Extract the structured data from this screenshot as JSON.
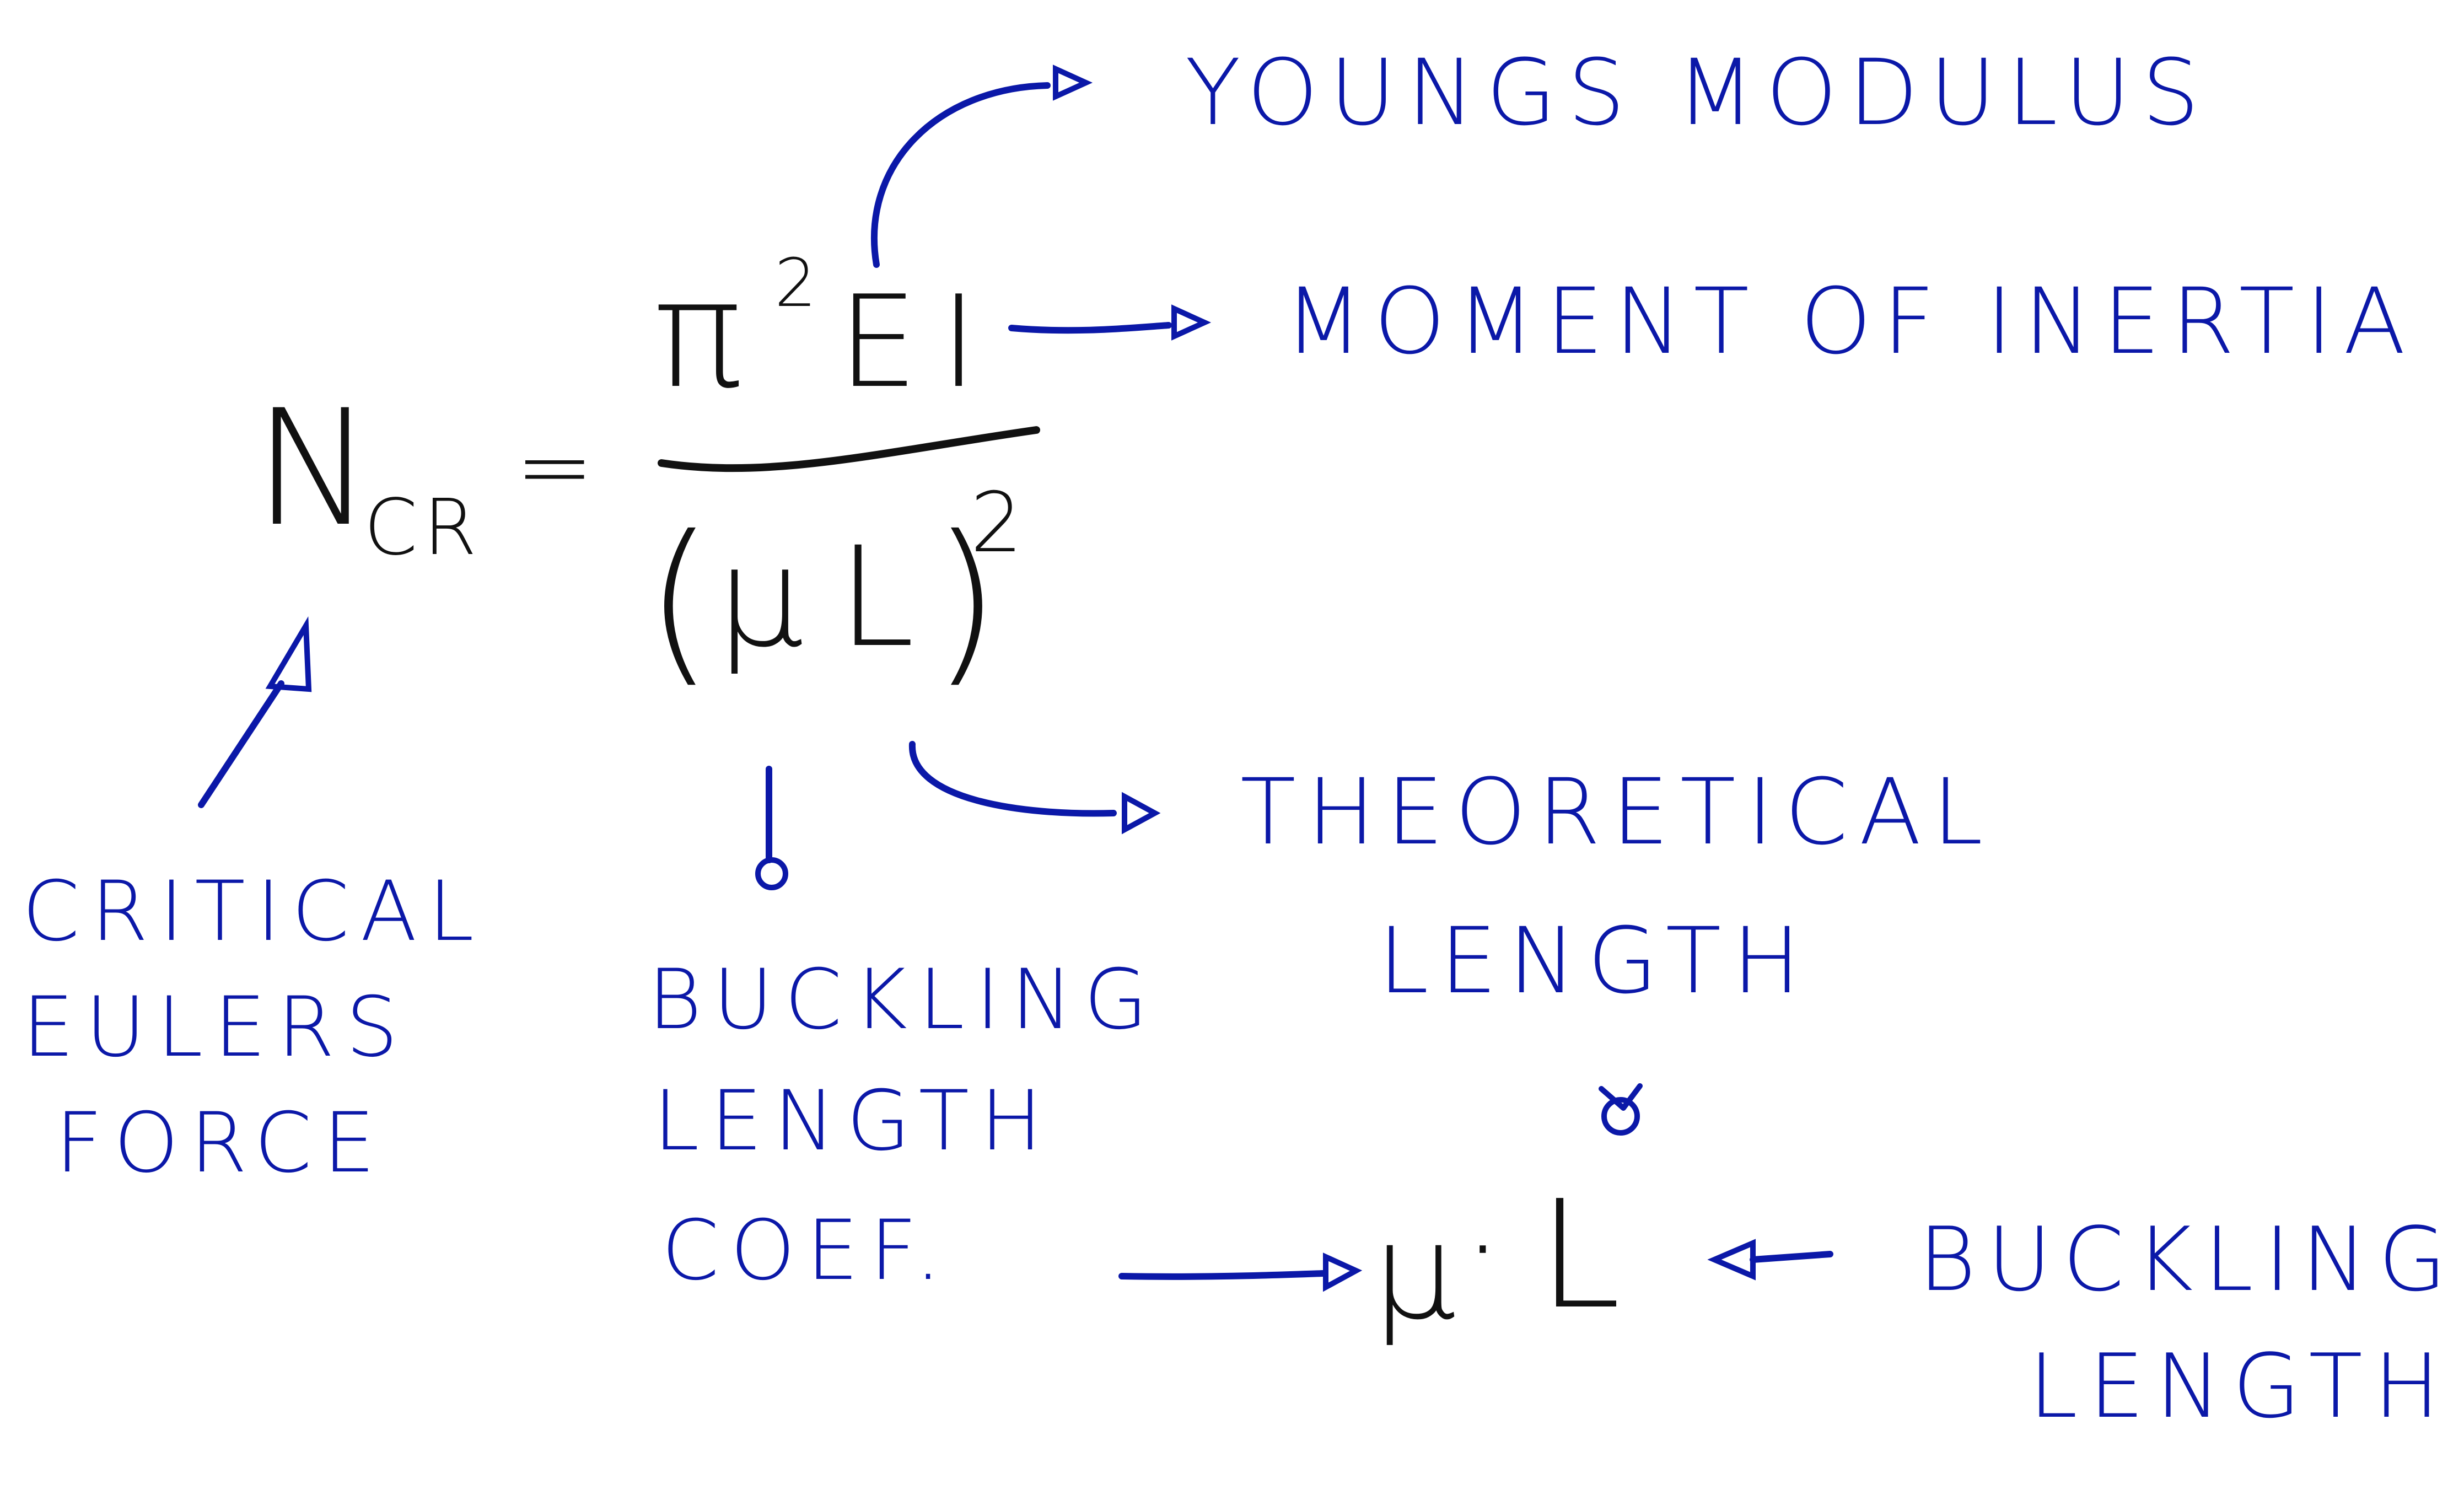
{
  "colors": {
    "ink_black": "#111111",
    "ink_blue": "#0b18a8",
    "background": "#ffffff"
  },
  "formula": {
    "lhs_symbol": "N",
    "lhs_subscript": "CR",
    "equals": "=",
    "numerator_pi": "π",
    "numerator_exponent": "2",
    "numerator_rest": "EI",
    "denominator_open": "(",
    "denominator_mu": "μ",
    "denominator_L": "L",
    "denominator_close": ")",
    "denominator_exponent": "2"
  },
  "annotations": {
    "youngs_modulus": "YOUNGS MODULUS",
    "moment_of_inertia": "MOMENT OF INERTIA",
    "critical_force": [
      "CRITICAL",
      "EULERS",
      "FORCE"
    ],
    "buckling_coef": [
      "BUCKLING",
      "LENGTH",
      "COEF."
    ],
    "theoretical_length": [
      "THEORETICAL",
      "LENGTH"
    ],
    "buckling_length": [
      "BUCKLING",
      "LENGTH"
    ]
  },
  "product": {
    "mu": "μ",
    "dot": "·",
    "L": "L"
  }
}
